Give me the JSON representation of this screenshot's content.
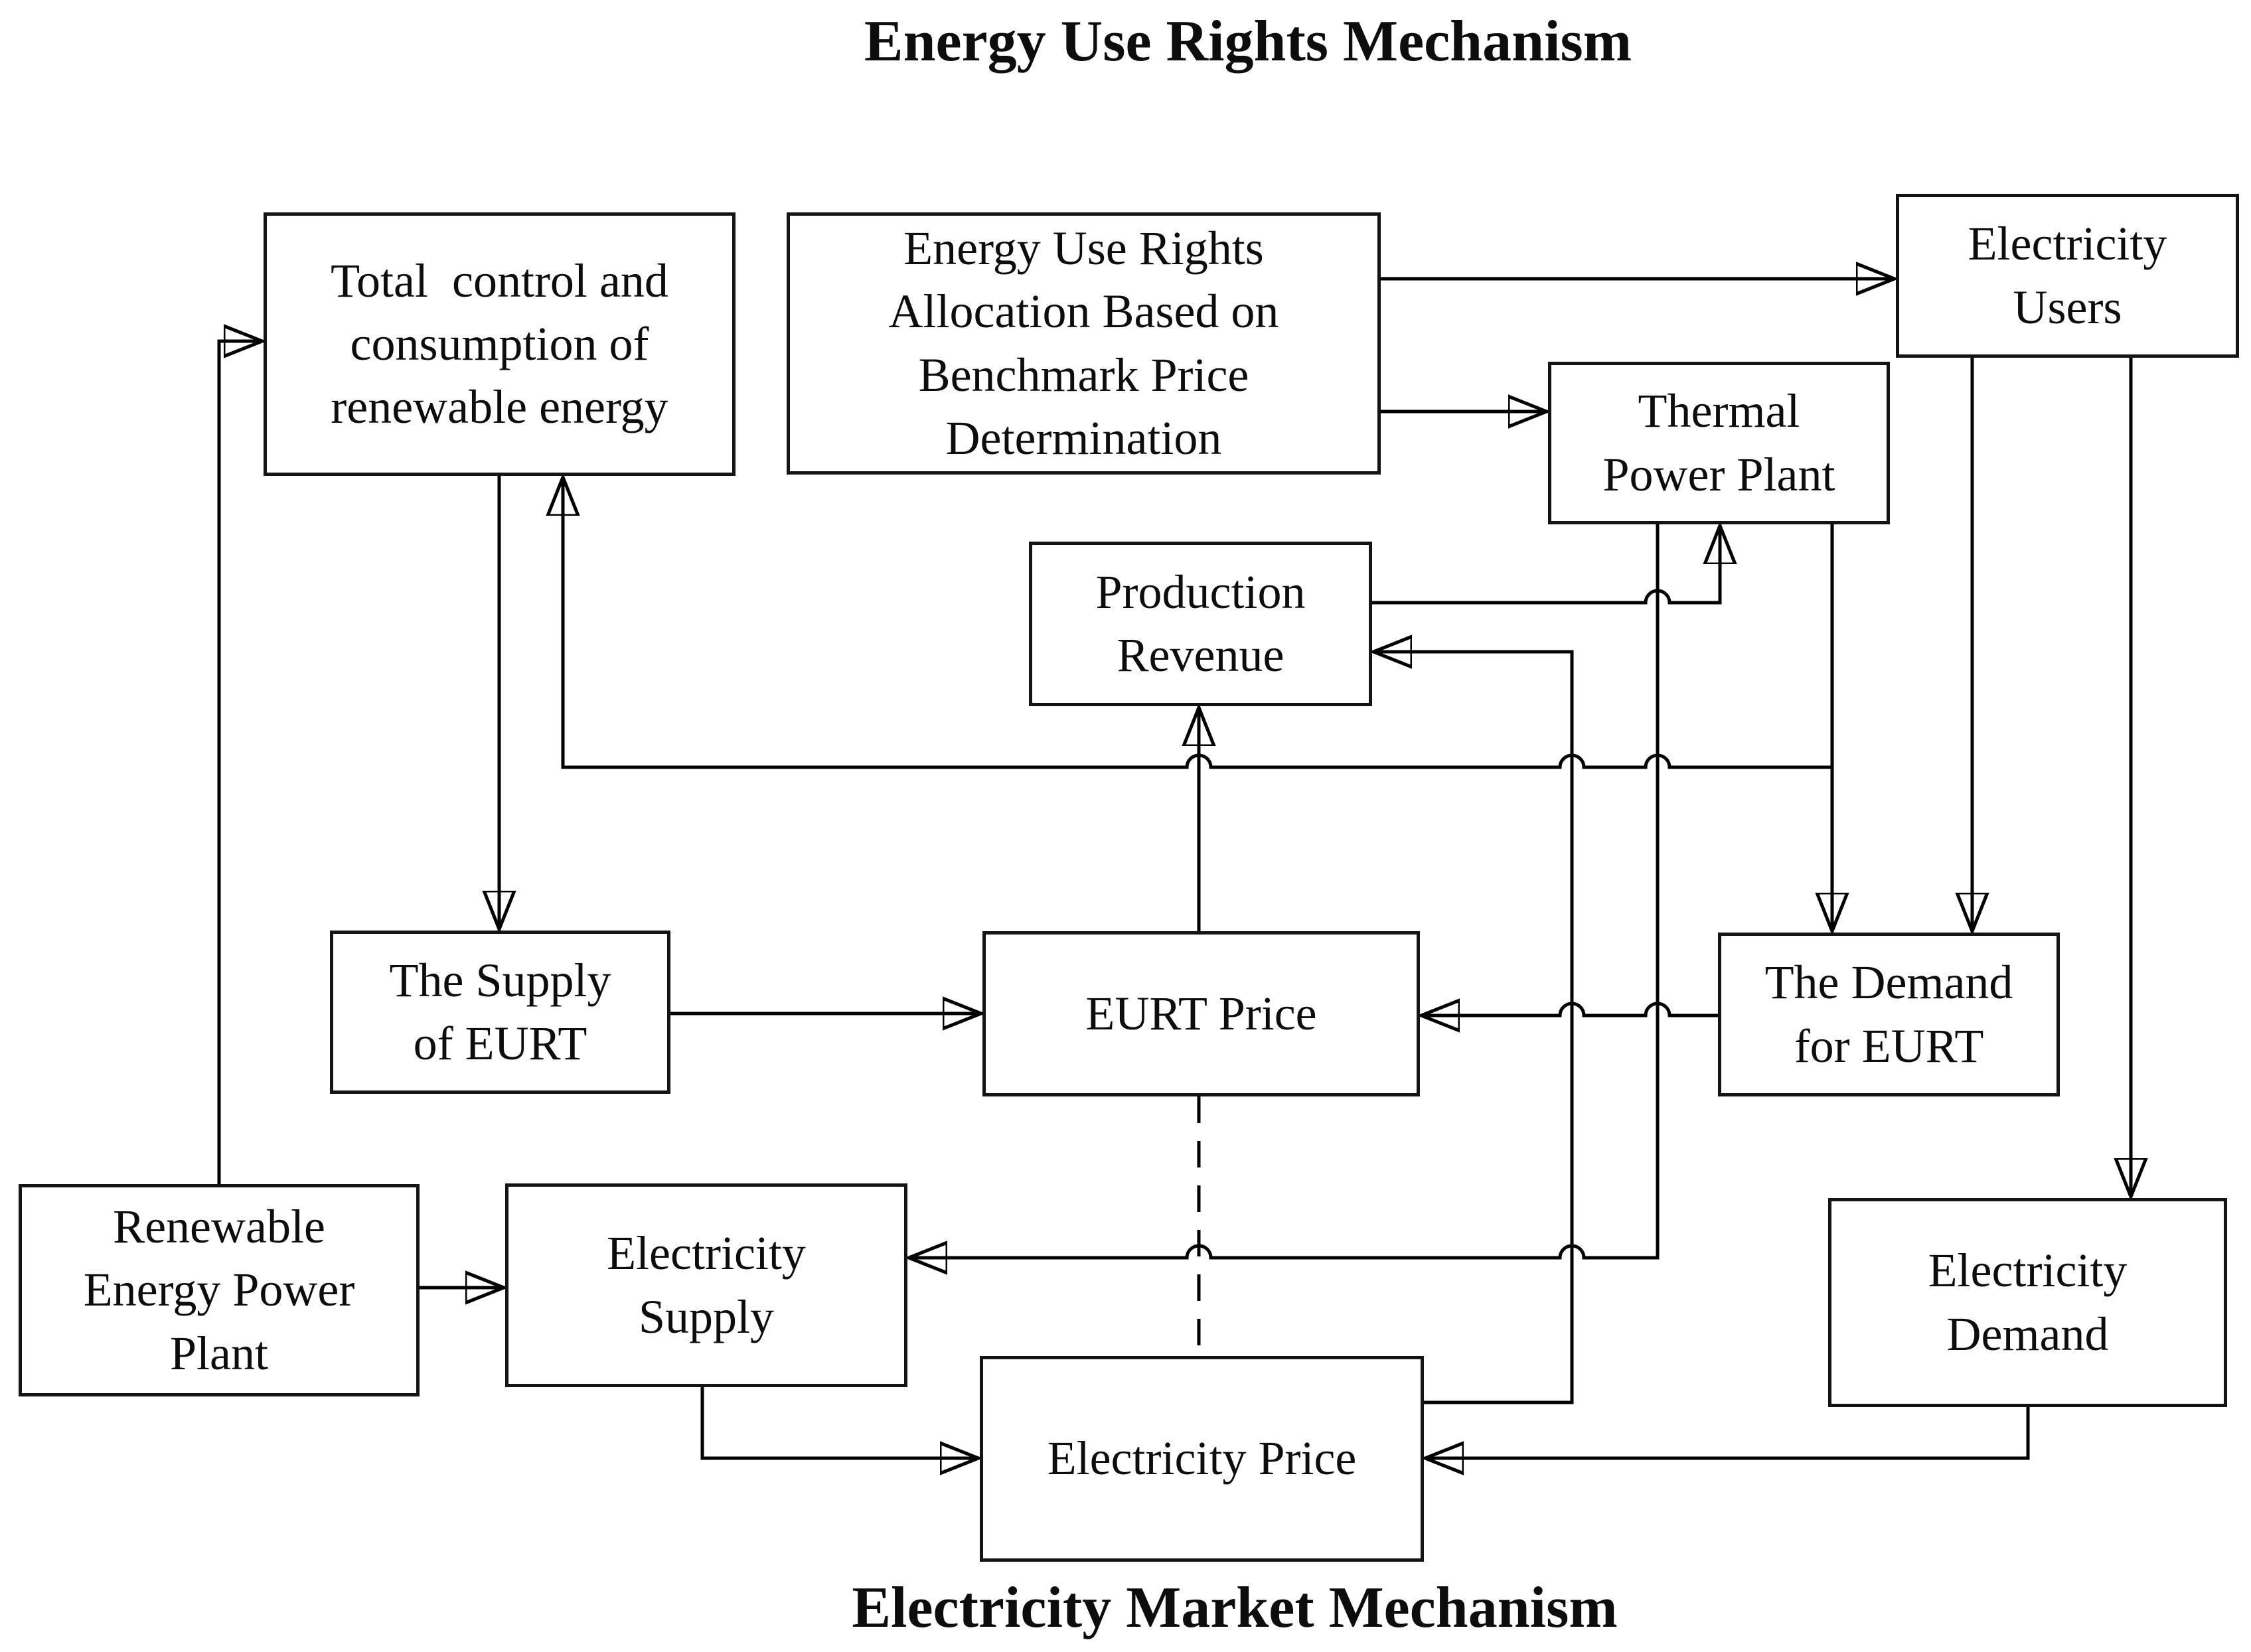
{
  "titles": {
    "top": "Energy Use Rights Mechanism",
    "bottom": "Electricity Market Mechanism"
  },
  "nodes": {
    "total_control": {
      "label": "Total  control and\nconsumption of\nrenewable energy"
    },
    "eur_allocation": {
      "label": "Energy Use Rights\nAllocation Based on\nBenchmark Price\nDetermination"
    },
    "electricity_users": {
      "label": "Electricity\nUsers"
    },
    "thermal_power_plant": {
      "label": "Thermal\nPower Plant"
    },
    "production_revenue": {
      "label": "Production\nRevenue"
    },
    "eurt_supply": {
      "label": "The Supply\nof EURT"
    },
    "eurt_price": {
      "label": "EURT Price"
    },
    "eurt_demand": {
      "label": "The Demand\nfor EURT"
    },
    "renewable_plant": {
      "label": "Renewable\nEnergy Power\nPlant"
    },
    "electricity_supply": {
      "label": "Electricity\nSupply"
    },
    "electricity_demand": {
      "label": "Electricity\nDemand"
    },
    "electricity_price": {
      "label": "Electricity Price"
    }
  },
  "edges": [
    {
      "from": "eur_allocation",
      "to": "electricity_users",
      "style": "solid"
    },
    {
      "from": "eur_allocation",
      "to": "thermal_power_plant",
      "style": "solid"
    },
    {
      "from": "renewable_plant",
      "to": "total_control",
      "style": "solid"
    },
    {
      "from": "total_control",
      "to": "eurt_supply",
      "style": "solid"
    },
    {
      "from": "thermal_power_plant",
      "to": "total_control",
      "style": "solid"
    },
    {
      "from": "thermal_power_plant",
      "to": "eurt_demand",
      "style": "solid"
    },
    {
      "from": "thermal_power_plant",
      "to": "electricity_supply",
      "style": "solid"
    },
    {
      "from": "production_revenue",
      "to": "thermal_power_plant",
      "style": "solid"
    },
    {
      "from": "electricity_price",
      "to": "production_revenue",
      "style": "solid"
    },
    {
      "from": "eurt_price",
      "to": "production_revenue",
      "style": "solid"
    },
    {
      "from": "electricity_users",
      "to": "eurt_demand",
      "style": "solid"
    },
    {
      "from": "electricity_users",
      "to": "electricity_demand",
      "style": "solid"
    },
    {
      "from": "eurt_supply",
      "to": "eurt_price",
      "style": "solid"
    },
    {
      "from": "eurt_demand",
      "to": "eurt_price",
      "style": "solid"
    },
    {
      "from": "renewable_plant",
      "to": "electricity_supply",
      "style": "solid"
    },
    {
      "from": "electricity_supply",
      "to": "electricity_price",
      "style": "solid"
    },
    {
      "from": "electricity_demand",
      "to": "electricity_price",
      "style": "solid"
    },
    {
      "from": "eurt_price",
      "to": "electricity_price",
      "style": "dashed"
    }
  ],
  "colors": {
    "ink": "#000000",
    "background": "#ffffff"
  }
}
